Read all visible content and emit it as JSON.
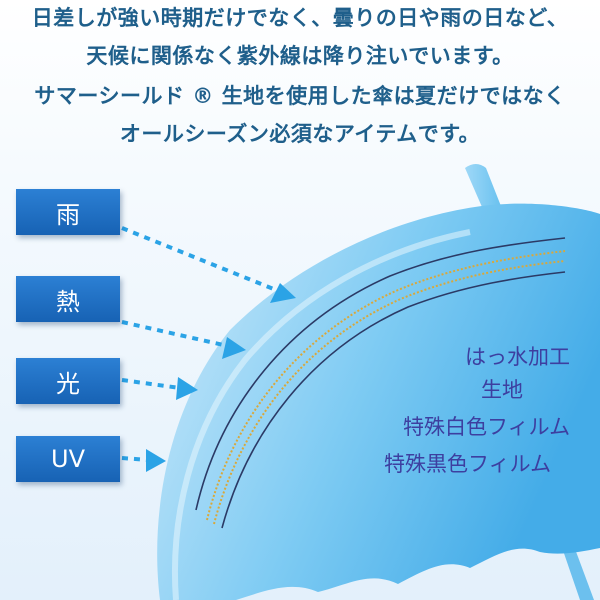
{
  "intro": {
    "lines": [
      "日差しが強い時期だけでなく、曇りの日や雨の日など、",
      "天候に関係なく紫外線は降り注いでいます。",
      "サマーシールド ® 生地を使用した傘は夏だけではなく",
      "オールシーズン必須なアイテムです。"
    ]
  },
  "elements": [
    {
      "label": "雨"
    },
    {
      "label": "熱"
    },
    {
      "label": "光"
    },
    {
      "label": "UV"
    }
  ],
  "layers": [
    {
      "label": "はっ水加工"
    },
    {
      "label": "生地"
    },
    {
      "label": "特殊白色フィルム"
    },
    {
      "label": "特殊黒色フィルム"
    }
  ],
  "colors": {
    "background": "#f2f8fd",
    "intro_text": "#1f5f8b",
    "badge": "#1f6fc5",
    "arrow": "#2ba3e6",
    "umbrella_light": "#c9e8f9",
    "umbrella_dark": "#4cb3eb",
    "layer_line": "#2b3a66",
    "layer_dots": "#d9a83a",
    "layer_text": "#3d3fa0"
  }
}
